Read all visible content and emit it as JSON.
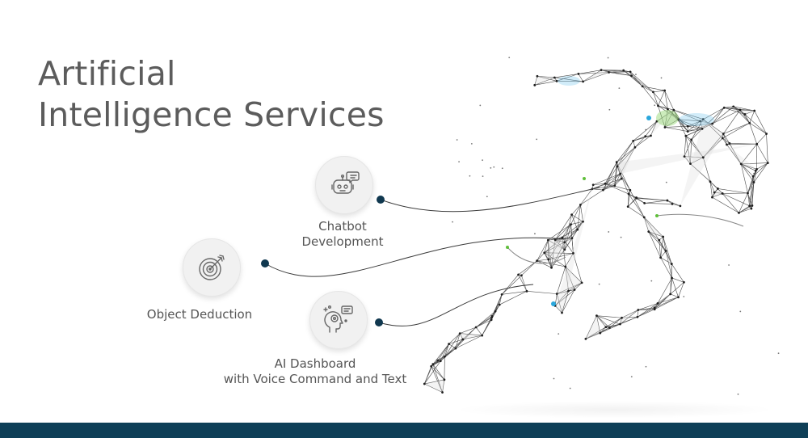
{
  "hero": {
    "title_line1": "Artificial",
    "title_line2": "Intelligence Services"
  },
  "services": [
    {
      "lines": [
        "Chatbot",
        "Development"
      ],
      "icon": "chatbot-icon"
    },
    {
      "lines": [
        "Object Deduction"
      ],
      "icon": "target-icon"
    },
    {
      "lines": [
        "AI Dashboard",
        "with Voice Command and Text"
      ],
      "icon": "ai-head-icon"
    }
  ],
  "colors": {
    "title": "#5c5c5c",
    "label": "#555555",
    "connector_dot": "#10384f",
    "footer": "#0e3f57",
    "accent_blue": "#2aa7dc",
    "accent_green": "#5fbf3a"
  }
}
